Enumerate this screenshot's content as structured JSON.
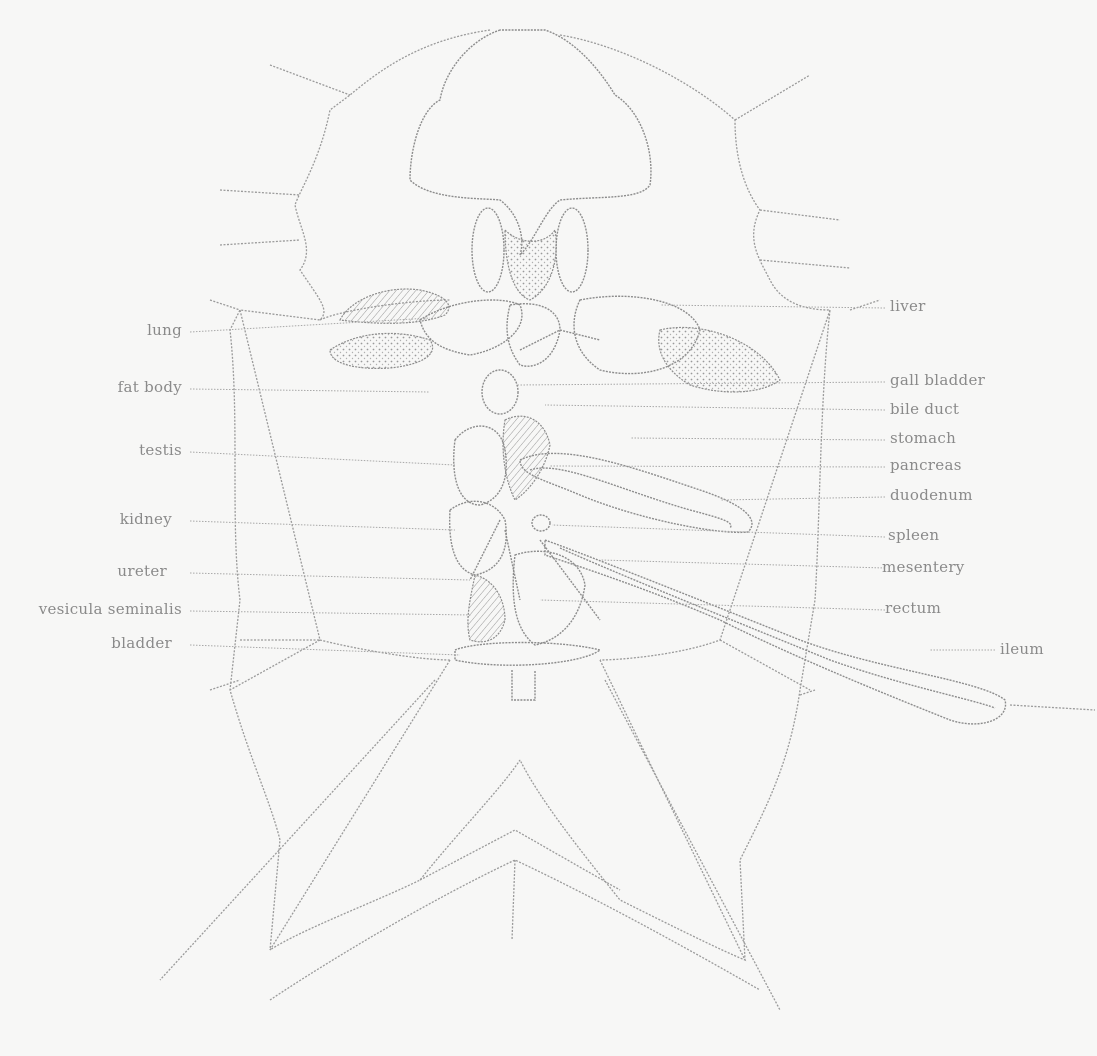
{
  "labels": {
    "left": {
      "lung": "lung",
      "fat_body": "fat body",
      "testis": "testis",
      "kidney": "kidney",
      "ureter": "ureter",
      "vesicula_seminalis": "vesicula seminalis",
      "bladder": "bladder"
    },
    "right": {
      "liver": "liver",
      "gall_bladder": "gall bladder",
      "bile_duct": "bile duct",
      "stomach": "stomach",
      "pancreas": "pancreas",
      "duodenum": "duodenum",
      "spleen": "spleen",
      "mesentery": "mesentery",
      "rectum": "rectum",
      "ileum": "ileum"
    }
  },
  "colors": {
    "background": "#f7f7f6",
    "line": "#9a9a9a",
    "text": "#8a8a8a"
  }
}
